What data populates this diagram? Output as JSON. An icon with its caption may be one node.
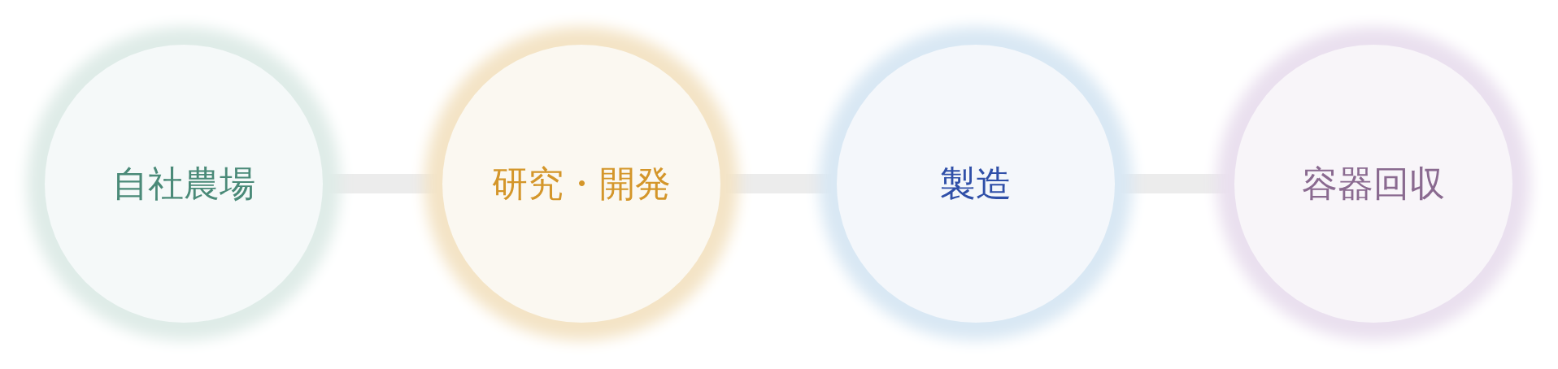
{
  "diagram": {
    "nodes": [
      {
        "text": [
          "自社農場"
        ]
      },
      {
        "text": [
          "研究・開発"
        ]
      },
      {
        "text": [
          "製造"
        ]
      },
      {
        "text": [
          "容器回収"
        ]
      }
    ],
    "edges": [
      {
        "from": 0,
        "to": 1,
        "arrow": "none"
      },
      {
        "from": 1,
        "to": 2,
        "arrow": "none"
      },
      {
        "from": 2,
        "to": 3,
        "arrow": "none"
      }
    ]
  }
}
